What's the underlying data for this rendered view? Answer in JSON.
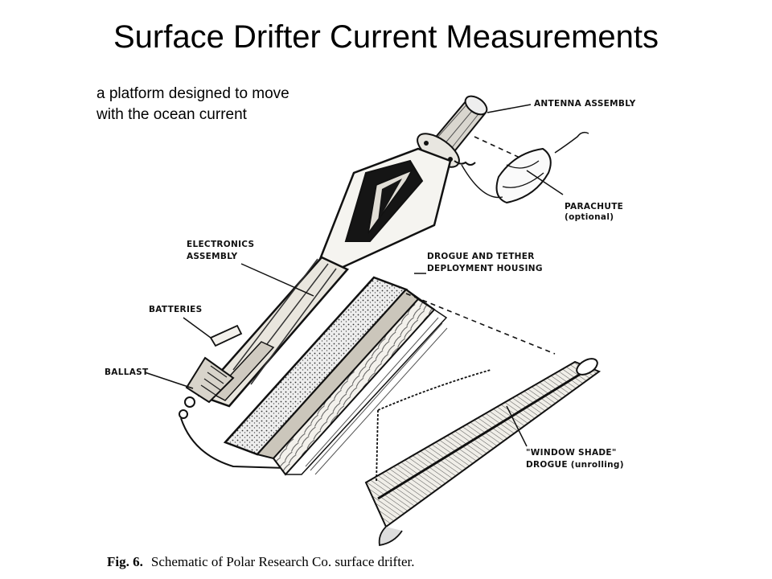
{
  "title": "Surface Drifter Current Measurements",
  "subtitle": {
    "line1": "a platform designed to move",
    "line2": "with the ocean current"
  },
  "labels": {
    "antenna": "ANTENNA ASSEMBLY",
    "parachute_l1": "PARACHUTE",
    "parachute_l2": "(optional)",
    "electronics_l1": "ELECTRONICS",
    "electronics_l2": "ASSEMBLY",
    "drogue_housing_l1": "DROGUE AND TETHER",
    "drogue_housing_l2": "DEPLOYMENT HOUSING",
    "batteries": "BATTERIES",
    "ballast": "BALLAST",
    "window_shade_l1": "\"WINDOW SHADE\"",
    "window_shade_l2": "DROGUE (unrolling)"
  },
  "caption": {
    "fig": "Fig. 6.",
    "text": "Schematic of Polar Research Co. surface drifter."
  }
}
